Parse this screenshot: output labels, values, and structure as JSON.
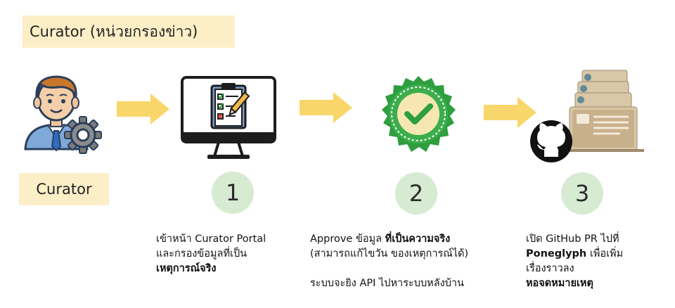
{
  "title": "Curator (หน่วยกรองข่าว)",
  "role_label": "Curator",
  "icons": {
    "actor": "curator-with-gear-icon",
    "step1": "monitor-checklist-icon",
    "step2": "approval-badge-icon",
    "step3": "github-archive-icon"
  },
  "colors": {
    "label_bg": "#fcefc7",
    "arrow": "#f9d66a",
    "step_circle": "#d6ebd1",
    "badge_green": "#27a33a"
  },
  "steps": [
    {
      "number": "1",
      "lines": [
        {
          "text": "เข้าหน้า Curator Portal"
        },
        {
          "text": "และกรองข้อมูลที่เป็น"
        },
        {
          "bold": "เหตุการณ์จริง"
        }
      ]
    },
    {
      "number": "2",
      "lines": [
        {
          "text": "Approve ข้อมูล ",
          "bold": "ที่เป็นความจริง"
        },
        {
          "text": "(สามารถแก้ไขวัน ของเหตุการณ์ได้)"
        },
        {
          "text": ""
        },
        {
          "text": "ระบบจะยิง API ไปหาระบบหลังบ้าน"
        }
      ]
    },
    {
      "number": "3",
      "lines": [
        {
          "text": "เปิด GitHub PR ไปที่"
        },
        {
          "bold": "Poneglyph",
          "text2": " เพื่อเพิ่ม"
        },
        {
          "text": "เรื่องราวลง"
        },
        {
          "bold": "หอจดหมายเหตุ"
        }
      ]
    }
  ]
}
